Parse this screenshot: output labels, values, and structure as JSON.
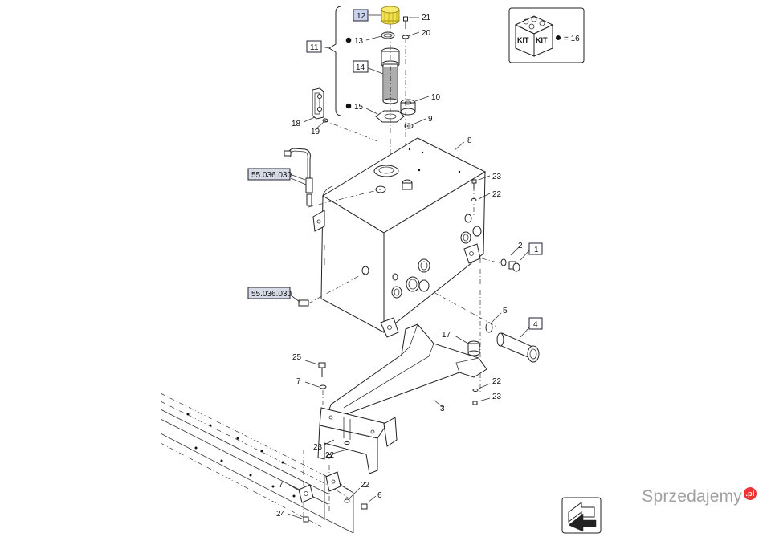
{
  "callouts": {
    "c1": "1",
    "c2": "2",
    "c3": "3",
    "c4": "4",
    "c5": "5",
    "c6": "6",
    "c7a": "7",
    "c7b": "7",
    "c8": "8",
    "c9": "9",
    "c10": "10",
    "c11": "11",
    "c12": "12",
    "c13": "13",
    "c14": "14",
    "c15": "15",
    "c17": "17",
    "c18": "18",
    "c19": "19",
    "c20": "20",
    "c21": "21",
    "c22a": "22",
    "c22b": "22",
    "c22c": "22",
    "c22d": "22",
    "c23a": "23",
    "c23b": "23",
    "c23c": "23",
    "c24": "24",
    "c25": "25"
  },
  "references": {
    "upper": "55.036.030",
    "lower": "55.036.030"
  },
  "kit": {
    "label_left": "KIT",
    "label_right": "KIT",
    "legend": "= 16"
  },
  "colors": {
    "highlight": "#f2e04a",
    "ref_box_fill": "#d6dbe6",
    "callout_12_fill": "#c8d2ea"
  },
  "watermark": {
    "text": "Sprzedajemy",
    "suffix": ".pl"
  }
}
